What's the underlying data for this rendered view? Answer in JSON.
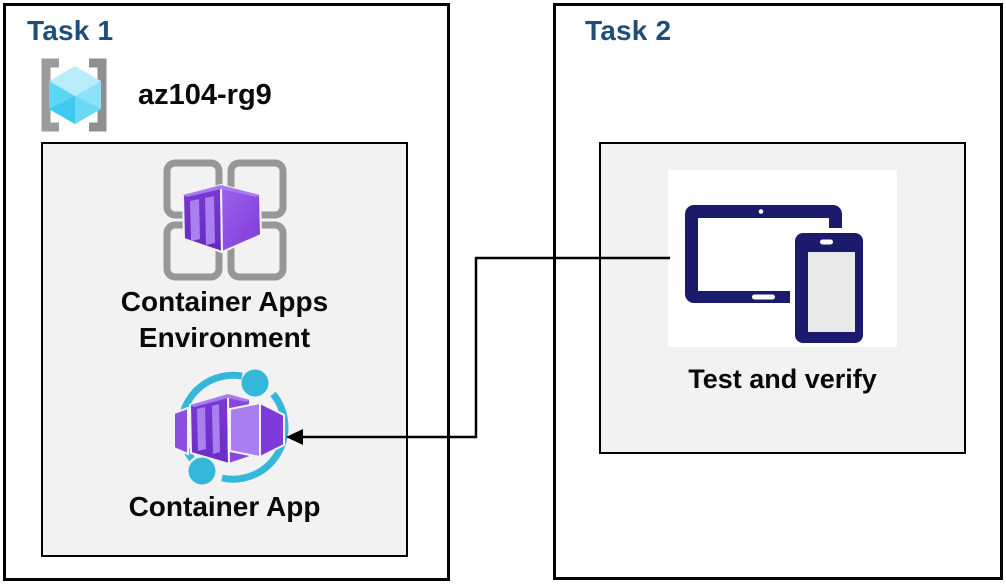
{
  "task1": {
    "title": "Task 1",
    "resource_group": {
      "name": "az104-rg9",
      "icon": "resource-group-icon"
    },
    "panel": {
      "nodes": [
        {
          "label": "Container Apps Environment",
          "icon": "container-apps-environment-icon"
        },
        {
          "label": "Container App",
          "icon": "container-app-icon"
        }
      ]
    }
  },
  "task2": {
    "title": "Task 2",
    "panel": {
      "nodes": [
        {
          "label": "Test and verify",
          "icon": "devices-icon"
        }
      ]
    }
  },
  "connector": {
    "from": "test-and-verify",
    "to": "container-app",
    "style": "elbow-arrow",
    "direction": "left"
  },
  "colors": {
    "title_navy": "#1F4E79",
    "text_black": "#0a0a0a",
    "panel_gray": "#F2F2F2",
    "icon_gray": "#979797",
    "purple_dark": "#6B2EC2",
    "purple_mid": "#8243DD",
    "purple_light": "#A97EF0",
    "cyan": "#35B7D9",
    "cube_cyan_light": "#B9EDFB",
    "cube_cyan_mid": "#5DD6F4",
    "device_navy": "#1B1B6E",
    "device_screen": "#E9E9E9"
  }
}
